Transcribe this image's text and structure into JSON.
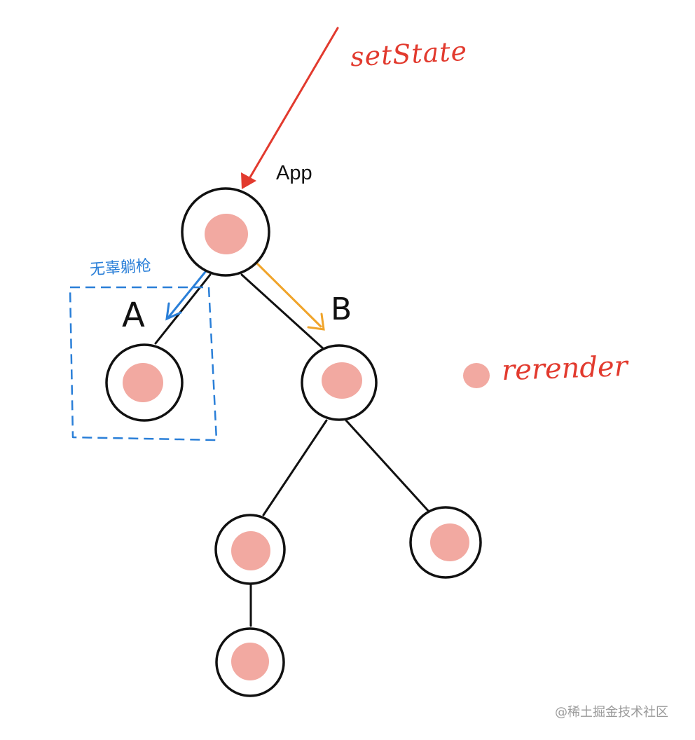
{
  "labels": {
    "set_state": "setState",
    "app": "App",
    "node_a": "A",
    "node_b": "B",
    "innocent_note": "无辜躺枪",
    "legend_rerender": "rerender",
    "watermark": "@稀土掘金技术社区"
  },
  "colors": {
    "rerender_dot": "#f2a9a1",
    "set_state_arrow": "#e23a2e",
    "arrow_to_a": "#2a7fd8",
    "arrow_to_b": "#f0a42a",
    "dashed_box": "#2a7fd8",
    "node_stroke": "#111111"
  },
  "tree": {
    "root": "App",
    "children": [
      {
        "name": "A",
        "rerendered": true,
        "children": []
      },
      {
        "name": "B",
        "rerendered": true,
        "children": [
          {
            "rerendered": true,
            "children": [
              {
                "rerendered": true,
                "children": []
              }
            ]
          },
          {
            "rerendered": true,
            "children": []
          }
        ]
      }
    ]
  }
}
